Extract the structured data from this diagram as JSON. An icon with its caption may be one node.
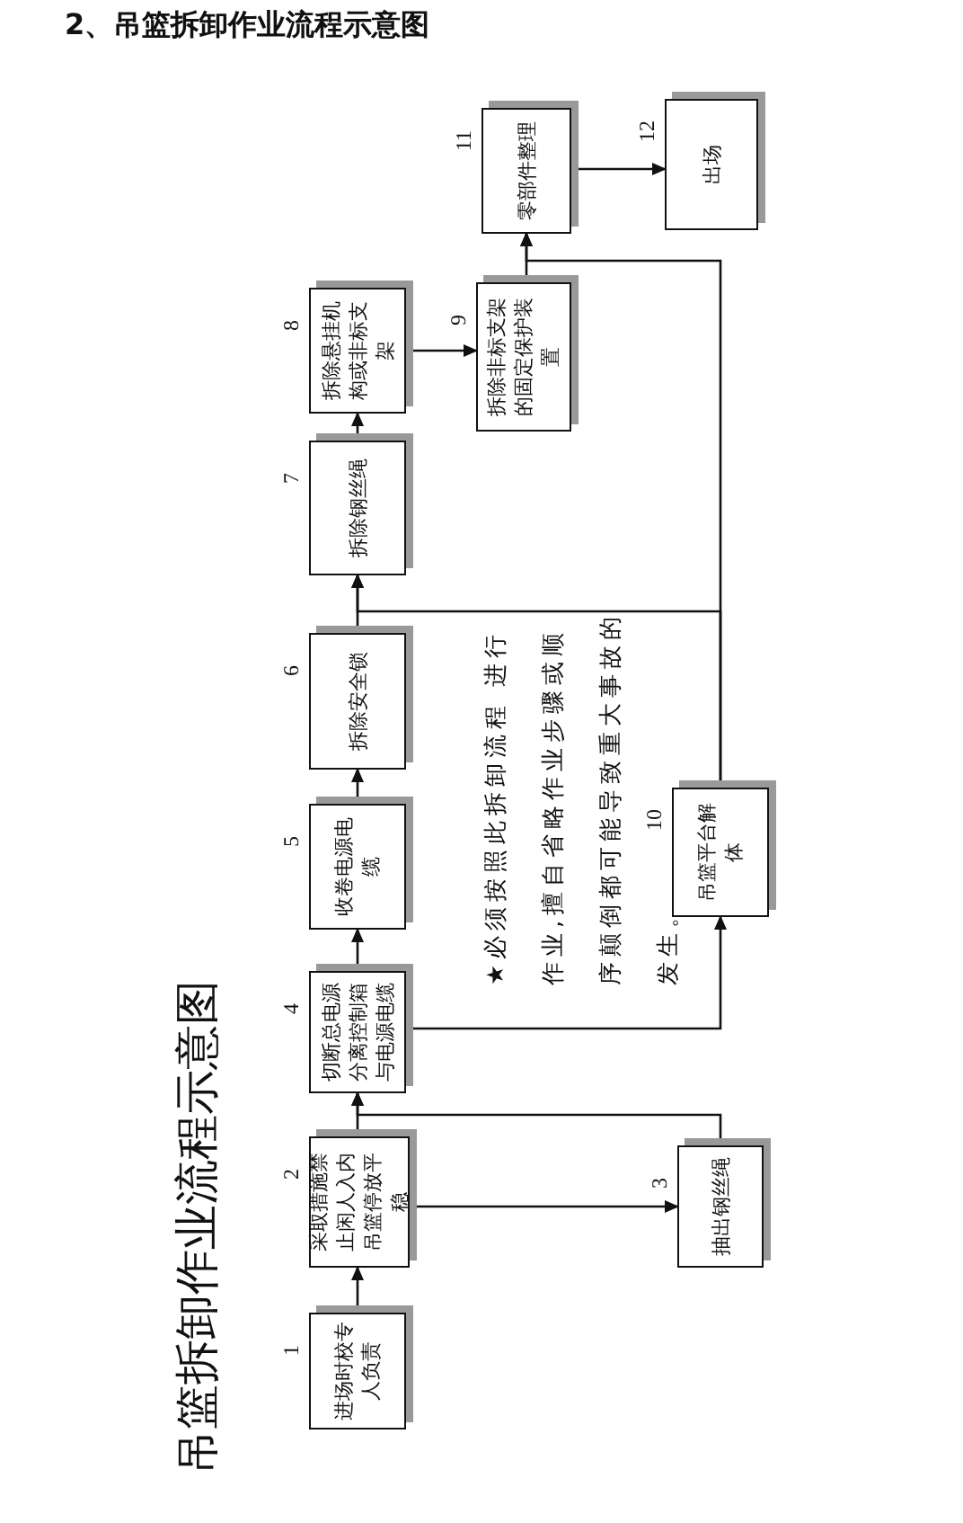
{
  "diagram": {
    "title": "2、吊篮拆卸作业流程示意图",
    "nodes": [
      {
        "text": [
          "进场时校专人负责"
        ],
        "beside": [
          "1"
        ]
      },
      {
        "text": [
          "采取措施禁止闲人入内吊篮停放平稳"
        ],
        "beside": [
          "2"
        ]
      },
      {
        "text": [
          "抽出钢丝绳"
        ],
        "beside": [
          "3"
        ]
      },
      {
        "text": [
          "切断总电源分离控制箱与电源电缆"
        ],
        "beside": [
          "4"
        ]
      },
      {
        "text": [
          "收卷电源电缆"
        ],
        "beside": [
          "5"
        ]
      },
      {
        "text": [
          "拆除安全锁"
        ],
        "beside": [
          "6"
        ]
      },
      {
        "text": [
          "拆除钢丝绳"
        ],
        "beside": [
          "7"
        ]
      },
      {
        "text": [
          "拆除悬挂机构或非标支架"
        ],
        "beside": [
          "8"
        ]
      },
      {
        "text": [
          "拆除非标支架的固定保护装置"
        ],
        "beside": [
          "9"
        ]
      },
      {
        "text": [
          "吊篮平台解体"
        ],
        "beside": [
          "10"
        ]
      },
      {
        "text": [
          "零部件整理"
        ],
        "beside": [
          "11"
        ]
      },
      {
        "text": [
          "出场"
        ],
        "beside": [
          "12"
        ]
      }
    ],
    "edges": [
      {
        "from": 0,
        "to": 1,
        "arrow": "to"
      },
      {
        "from": 1,
        "to": 3,
        "arrow": "to"
      },
      {
        "from": 1,
        "to": 2,
        "arrow": "to"
      },
      {
        "from": 2,
        "to": 3,
        "arrow": "to"
      },
      {
        "from": 3,
        "to": 4,
        "arrow": "to"
      },
      {
        "from": 3,
        "to": 9,
        "arrow": "to"
      },
      {
        "from": 4,
        "to": 5,
        "arrow": "to"
      },
      {
        "from": 5,
        "to": 6,
        "arrow": "to"
      },
      {
        "from": 9,
        "to": 6,
        "arrow": "to"
      },
      {
        "from": 6,
        "to": 7,
        "arrow": "to"
      },
      {
        "from": 7,
        "to": 8,
        "arrow": "to"
      },
      {
        "from": 8,
        "to": 10,
        "arrow": "to"
      },
      {
        "from": 9,
        "to": 10,
        "arrow": "to"
      },
      {
        "from": 10,
        "to": 11,
        "arrow": "to"
      }
    ],
    "labels": [
      "吊篮拆卸作业流程示意图",
      "★必须按照此拆卸流程 进行作业,擅自省略作业步骤或顺序颠倒都可能导致重大事故的发生。"
    ]
  }
}
